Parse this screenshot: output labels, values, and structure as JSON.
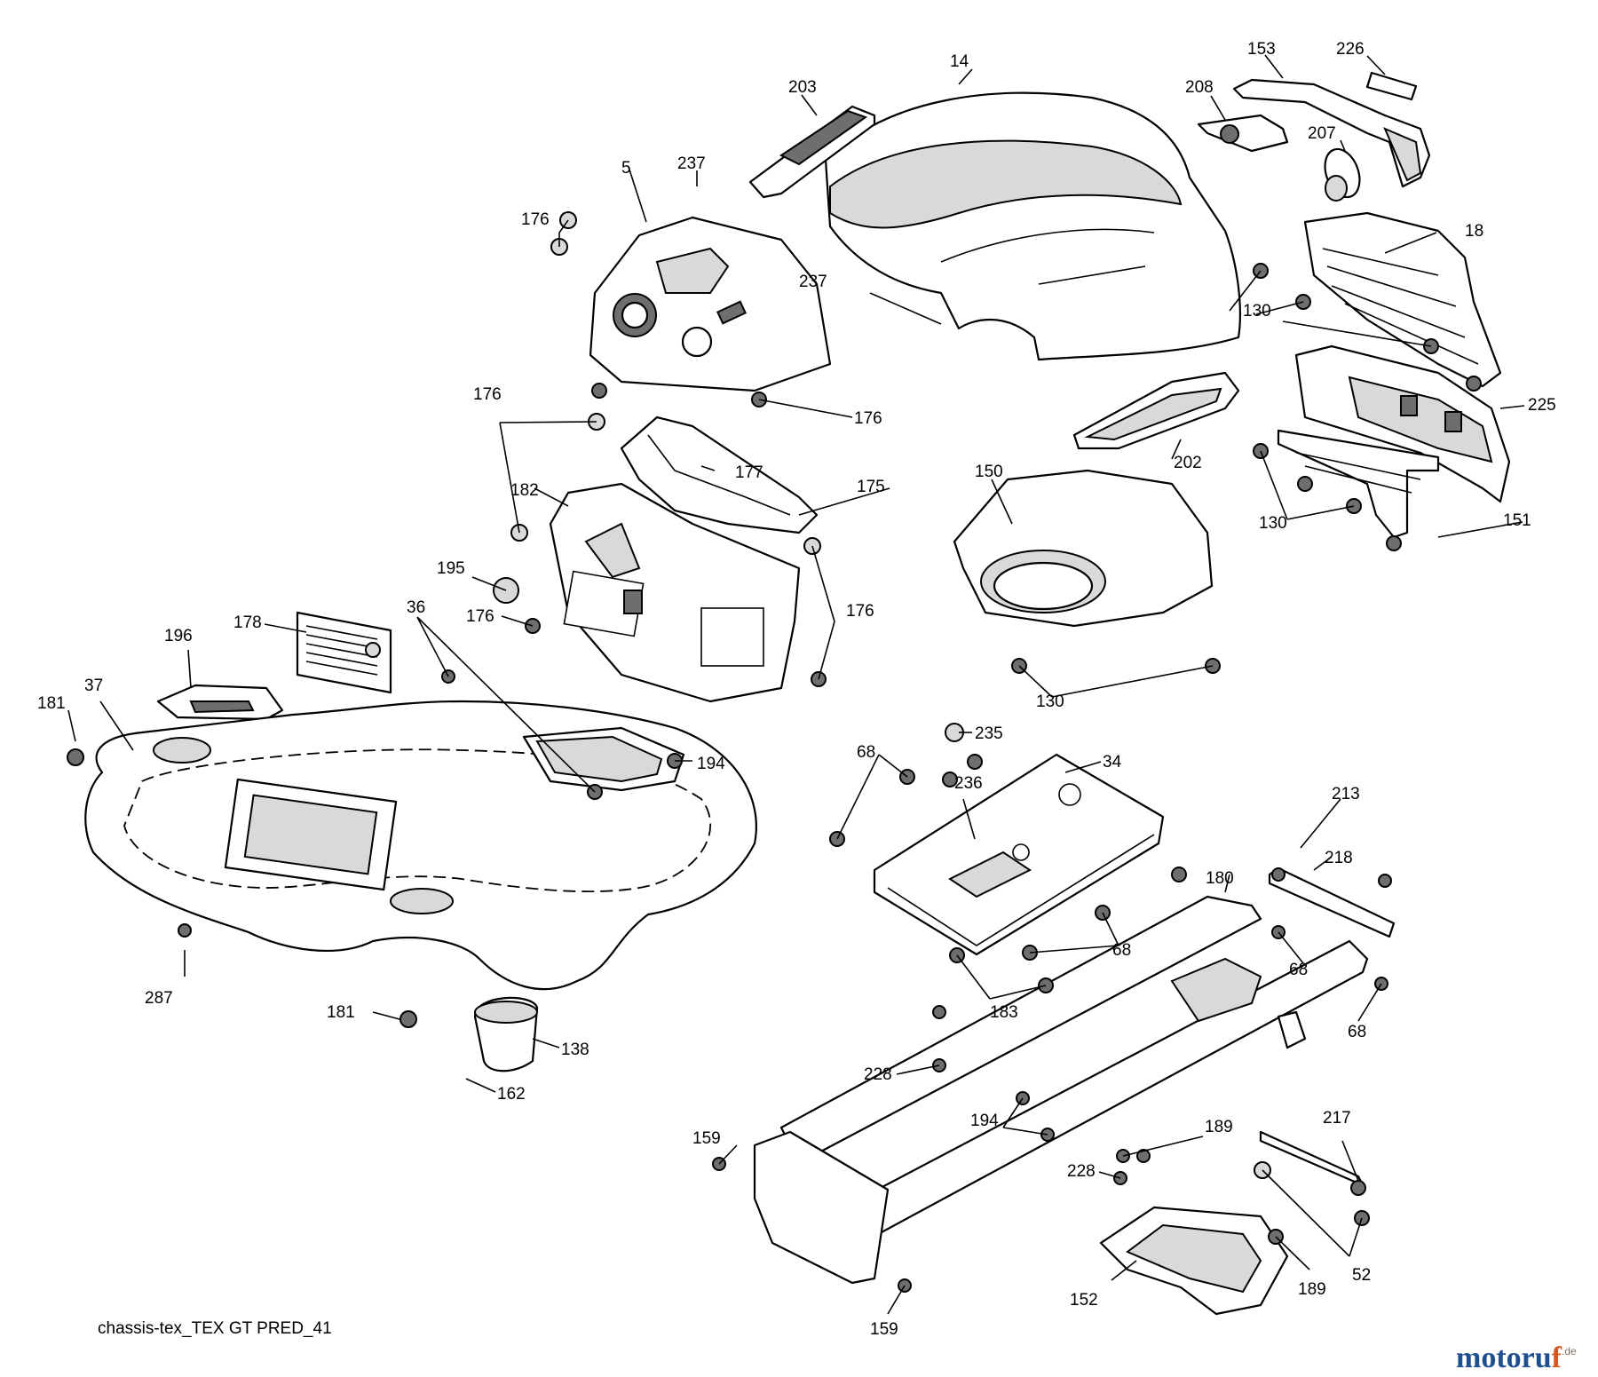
{
  "caption": "chassis-tex_TEX GT PRED_41",
  "brand": {
    "main": "motoru",
    "accent": "f",
    "suffix": ".de",
    "main_color": "#1f4f8f",
    "accent_color": "#d4571f",
    "suffix_color": "#7a6f66"
  },
  "callouts": {
    "c14": "14",
    "c153": "153",
    "c226": "226",
    "c203": "203",
    "c208": "208",
    "c207": "207",
    "c237a": "237",
    "c5": "5",
    "c176a": "176",
    "c237b": "237",
    "c18": "18",
    "c130a": "130",
    "c225": "225",
    "c176b": "176",
    "c176c": "176",
    "c177": "177",
    "c175": "175",
    "c182": "182",
    "c202": "202",
    "c150": "150",
    "c130b": "130",
    "c151": "151",
    "c195": "195",
    "c176d": "176",
    "c176e": "176",
    "c178": "178",
    "c36": "36",
    "c196": "196",
    "c37": "37",
    "c181a": "181",
    "c130c": "130",
    "c235": "235",
    "c194a": "194",
    "c68a": "68",
    "c34": "34",
    "c236": "236",
    "c213": "213",
    "c218": "218",
    "c180": "180",
    "c68b": "68",
    "c68c": "68",
    "c183": "183",
    "c287": "287",
    "c68d": "68",
    "c181b": "181",
    "c138": "138",
    "c228a": "228",
    "c162": "162",
    "c194b": "194",
    "c189a": "189",
    "c217": "217",
    "c159a": "159",
    "c228b": "228",
    "c52": "52",
    "c189b": "189",
    "c152": "152",
    "c159b": "159"
  }
}
